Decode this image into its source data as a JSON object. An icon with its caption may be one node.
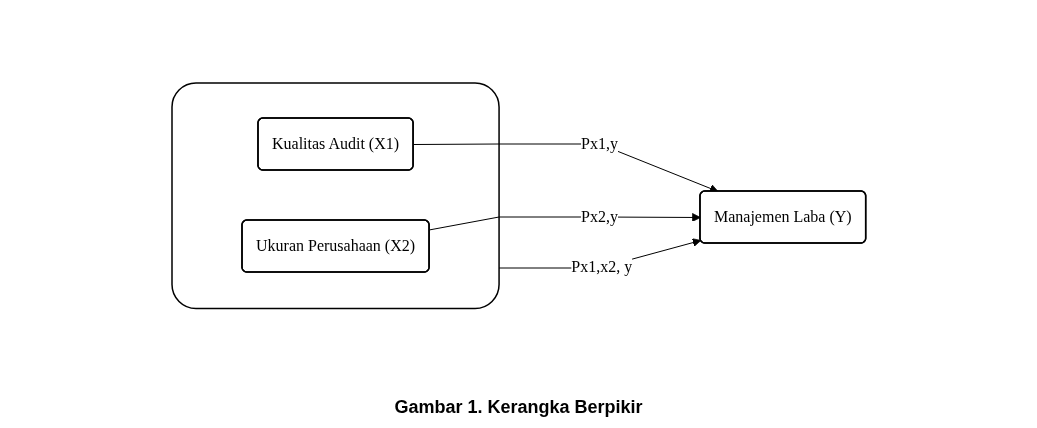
{
  "diagram": {
    "caption": "Gambar 1. Kerangka Berpikir",
    "nodes": [
      {
        "text": [],
        "shape": "box"
      },
      {
        "text": [
          "Kualitas Audit (X1)"
        ],
        "in": 0
      },
      {
        "text": [
          "Ukuran Perusahaan (X2)"
        ],
        "in": 0
      },
      {
        "text": [
          "Manajemen Laba (Y)"
        ]
      }
    ],
    "edges": [
      {
        "from": 1,
        "to": 3,
        "arrow": "to",
        "label": "Px1,y"
      },
      {
        "from": 2,
        "to": 3,
        "arrow": "to",
        "label": "Px2,y"
      },
      {
        "from": 0,
        "to": 3,
        "arrow": "to",
        "label": "Px1,x2, y"
      }
    ]
  }
}
